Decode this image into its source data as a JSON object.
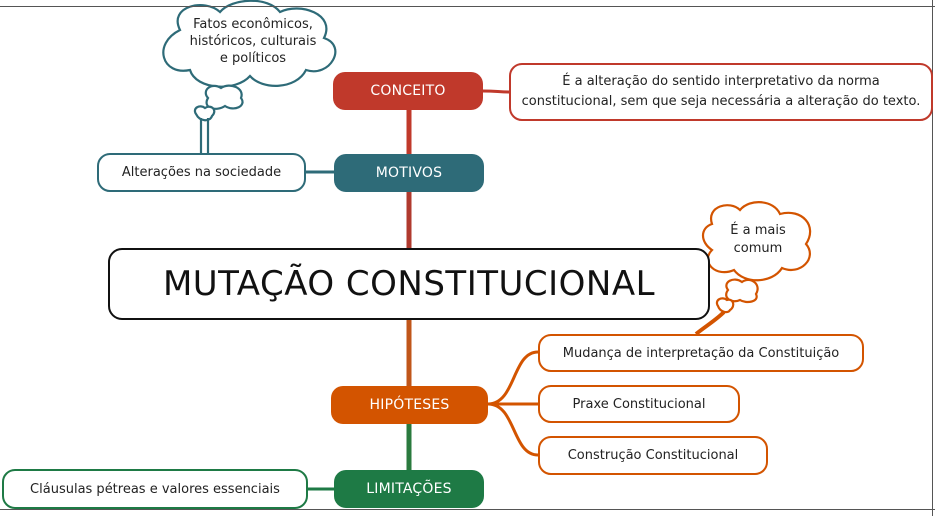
{
  "title": "MUTAÇÃO CONSTITUCIONAL",
  "branches": {
    "conceito": {
      "label": "CONCEITO",
      "color": "#c0392b",
      "detail_lines": [
        "É a alteração do sentido interpretativo da norma",
        "constitucional, sem que seja necessária a alteração do texto."
      ]
    },
    "motivos": {
      "label": "MOTIVOS",
      "color": "#2e6b78",
      "detail": "Alterações na sociedade",
      "thought_lines": [
        "Fatos econômicos,",
        "históricos, culturais",
        "e políticos"
      ]
    },
    "hipoteses": {
      "label": "HIPÓTESES",
      "color": "#d35400",
      "items": [
        "Mudança de interpretação da Constituição",
        "Praxe Constitucional",
        "Construção Constitucional"
      ],
      "thought_lines": [
        "É a mais",
        "comum"
      ]
    },
    "limitacoes": {
      "label": "LIMITAÇÕES",
      "color": "#1e7a45",
      "detail": "Cláusulas pétreas e valores essenciais"
    }
  }
}
